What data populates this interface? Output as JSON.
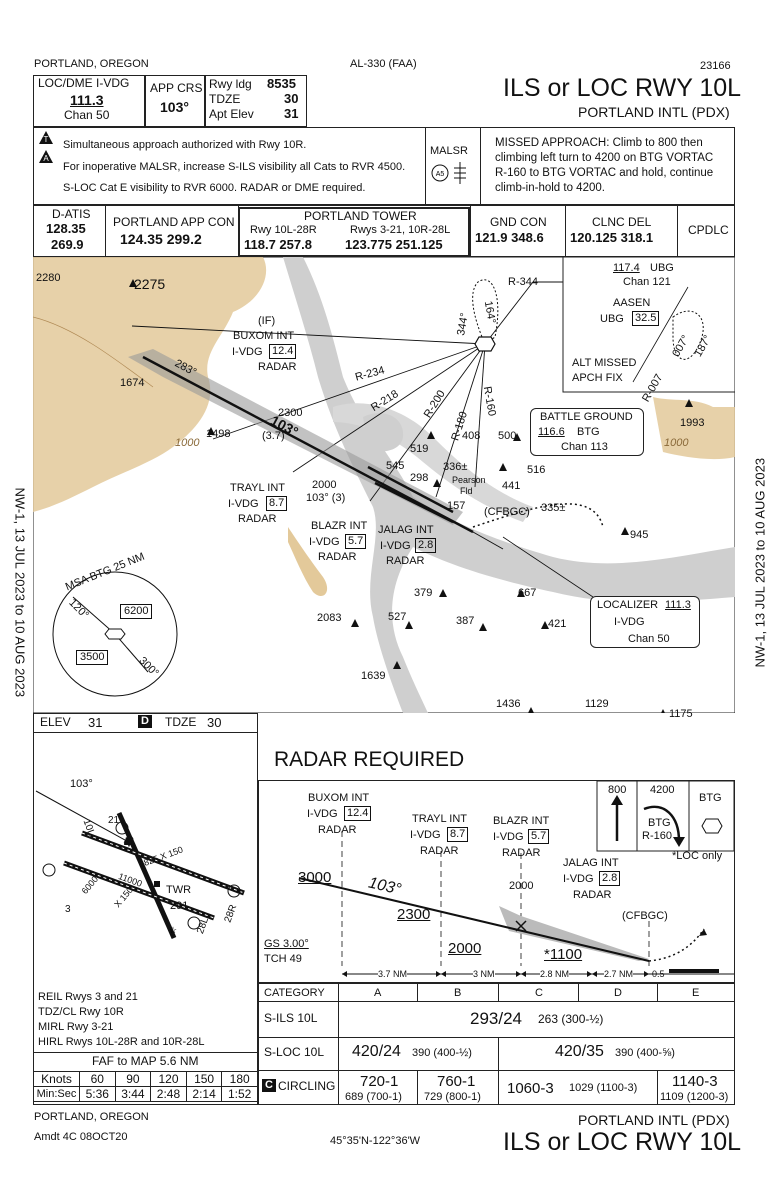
{
  "header": {
    "location": "PORTLAND, OREGON",
    "proc_code": "AL-330 (FAA)",
    "chart_number": "23166",
    "title": "ILS or LOC RWY 10L",
    "airport": "PORTLAND INTL (PDX)"
  },
  "briefing": {
    "loc_label": "LOC/DME  I-VDG",
    "loc_freq": "111.3",
    "loc_chan": "Chan 50",
    "app_crs_label": "APP CRS",
    "app_crs": "103°",
    "rwy_ldg_label": "Rwy ldg",
    "rwy_ldg": "8535",
    "tdze_label": "TDZE",
    "tdze": "30",
    "apt_elev_label": "Apt Elev",
    "apt_elev": "31",
    "notes": [
      "Simultaneous approach authorized with Rwy 10R.",
      "For inoperative MALSR, increase S-ILS visibility all Cats to RVR 4500.",
      "S-LOC Cat E visibility to RVR 6000.  RADAR or DME required."
    ],
    "malsr": "MALSR",
    "missed_approach": [
      "MISSED APPROACH:  Climb to 800 then",
      "climbing left turn to 4200 on BTG VORTAC",
      "R-160 to BTG VORTAC and hold, continue",
      "climb-in-hold to 4200."
    ]
  },
  "comms": {
    "datis_label": "D-ATIS",
    "datis_1": "128.35",
    "datis_2": "269.9",
    "app_label": "PORTLAND APP CON",
    "app_freq": "124.35  299.2",
    "tower_label": "PORTLAND TOWER",
    "tower_rwy_a": "Rwy 10L-28R",
    "tower_rwy_b": "Rwys 3-21, 10R-28L",
    "tower_freq_a": "118.7  257.8",
    "tower_freq_b": "123.775  251.125",
    "gnd_label": "GND CON",
    "gnd_freq": "121.9  348.6",
    "clnc_label": "CLNC DEL",
    "clnc_freq": "120.125  318.1",
    "cpdlc": "CPDLC"
  },
  "planview": {
    "radials": [
      "R-344",
      "R-234",
      "R-218",
      "R-200",
      "R-180",
      "R-160"
    ],
    "courses": [
      "344°",
      "164°",
      "283°",
      "103°",
      "007°",
      "187°",
      "R-007"
    ],
    "elevations": [
      "2280",
      "2275",
      "1674",
      "1498",
      "519",
      "408",
      "500",
      "545",
      "298",
      "336±",
      "441",
      "516",
      "335±",
      "945",
      "379",
      "667",
      "527",
      "387",
      "421",
      "2083",
      "1639",
      "1436",
      "1129",
      "1175",
      "1993"
    ],
    "contours": [
      "1000",
      "1000"
    ],
    "alt_2300": "2300",
    "heading_103": "103°",
    "dist_37": "(3.7)",
    "alt_2000": "2000",
    "heading_103_3": "103° (3)",
    "pearson": [
      "Pearson",
      "Fld"
    ],
    "cfbgc": "(CFBGC)",
    "buxom": [
      "(IF)",
      "BUXOM INT",
      "I-VDG",
      "12.4",
      "RADAR"
    ],
    "trayl": [
      "TRAYL INT",
      "I-VDG",
      "8.7",
      "RADAR"
    ],
    "blazr": [
      "BLAZR INT",
      "I-VDG",
      "5.7",
      "RADAR"
    ],
    "jalag": [
      "JALAG INT",
      "I-VDG",
      "2.8",
      "RADAR"
    ],
    "num_157": "157",
    "ubg": [
      "117.4",
      "UBG",
      "Chan 121"
    ],
    "aasen": [
      "AASEN",
      "UBG",
      "32.5"
    ],
    "alt_missed": [
      "ALT MISSED",
      "APCH FIX"
    ],
    "battle_ground": [
      "BATTLE GROUND",
      "116.6",
      "BTG",
      "Chan 113"
    ],
    "localizer": [
      "LOCALIZER",
      "111.3",
      "I-VDG",
      "Chan 50"
    ],
    "msa": [
      "MSA BTG 25 NM",
      "120°",
      "6200",
      "3500",
      "300°"
    ]
  },
  "airport": {
    "elev_label": "ELEV",
    "elev": "31",
    "d": "D",
    "tdze_label": "TDZE",
    "tdze": "30",
    "course": "103°",
    "runways": [
      "10L",
      "120",
      "9825 X 150",
      "11000",
      "X 150",
      "6000",
      "TWR",
      "291",
      "28L",
      "28R",
      "3",
      "21"
    ],
    "notes": [
      "REIL Rwys 3 and 21",
      "TDZ/CL Rwy 10R",
      "MIRL Rwy 3-21",
      "HIRL Rwys 10L-28R and 10R-28L"
    ],
    "faf_label": "FAF to MAP  5.6 NM",
    "knots_label": "Knots",
    "minsec_label": "Min:Sec",
    "knots": [
      "60",
      "90",
      "120",
      "150",
      "180"
    ],
    "times": [
      "5:36",
      "3:44",
      "2:48",
      "2:14",
      "1:52"
    ]
  },
  "profile": {
    "radar_required": "RADAR REQUIRED",
    "buxom": [
      "BUXOM INT",
      "I-VDG",
      "12.4",
      "RADAR"
    ],
    "trayl": [
      "TRAYL INT",
      "I-VDG",
      "8.7",
      "RADAR"
    ],
    "blazr": [
      "BLAZR INT",
      "I-VDG",
      "5.7",
      "RADAR"
    ],
    "jalag": [
      "JALAG INT",
      "I-VDG",
      "2.8",
      "RADAR"
    ],
    "alt_3000": "3000",
    "heading": "103°",
    "alt_2300": "2300",
    "alt_2000a": "2000",
    "alt_2000b": "2000",
    "alt_1100": "*1100",
    "cfbgc": "(CFBGC)",
    "gs": "GS 3.00°",
    "tch": "TCH 49",
    "dists": [
      "3.7 NM",
      "3 NM",
      "2.8 NM",
      "2.7 NM",
      "0.5"
    ],
    "ma_800": "800",
    "ma_4200": "4200",
    "ma_btg": "BTG",
    "ma_r160": "R-160",
    "ma_btg2": "BTG",
    "loc_only": "*LOC only"
  },
  "minimums": {
    "category_label": "CATEGORY",
    "cats": [
      "A",
      "B",
      "C",
      "D",
      "E"
    ],
    "sils_label": "S-ILS 10L",
    "sils_main": "293/24",
    "sils_sub": "263 (300-½)",
    "sloc_label": "S-LOC 10L",
    "sloc_ab_main": "420/24",
    "sloc_ab_sub": "390 (400-½)",
    "sloc_cde_main": "420/35",
    "sloc_cde_sub": "390 (400-⅝)",
    "circ_c": "C",
    "circ_label": "CIRCLING",
    "circ": [
      {
        "main": "720-1",
        "sub": "689 (700-1)"
      },
      {
        "main": "760-1",
        "sub": "729 (800-1)"
      },
      {
        "main": "1060-3",
        "sub": "1029 (1100-3)"
      },
      {
        "main": "1140-3",
        "sub": "1109 (1200-3)"
      }
    ]
  },
  "footer": {
    "location": "PORTLAND, OREGON",
    "amdt": "Amdt 4C  08OCT20",
    "coords": "45°35'N-122°36'W",
    "airport": "PORTLAND INTL (PDX)",
    "title": "ILS or LOC RWY 10L"
  },
  "side_text": "NW-1,  13 JUL 2023  to  10 AUG 2023"
}
